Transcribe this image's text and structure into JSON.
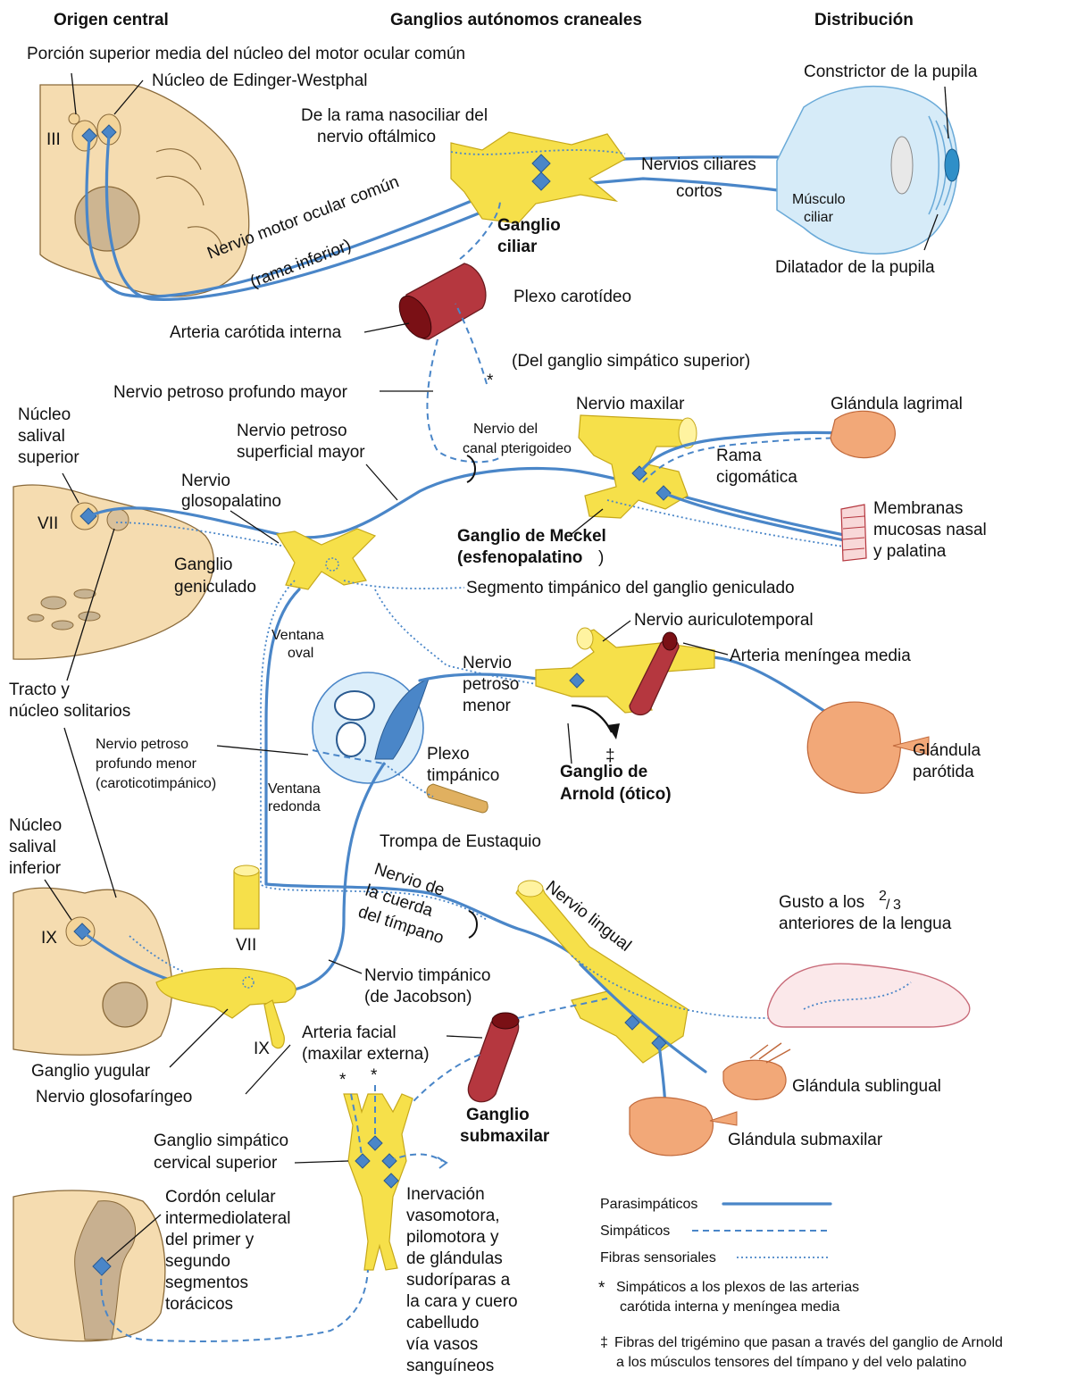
{
  "headers": {
    "col1": "Origen central",
    "col2": "Ganglios autónomos craneales",
    "col3": "Distribución"
  },
  "labels": {
    "porcion_superior": "Porción superior media del núcleo del motor ocular común",
    "edinger": "Núcleo de Edinger-Westphal",
    "iii": "III",
    "rama_nasociliar_1": "De la rama nasociliar del",
    "rama_nasociliar_2": "nervio oftálmico",
    "nervio_motor": "Nervio motor ocular común",
    "rama_inferior": "(rama inferior)",
    "ganglio_ciliar_1": "Ganglio",
    "ganglio_ciliar_2": "ciliar",
    "nervios_ciliares": "Nervios ciliares",
    "cortos": "cortos",
    "constrictor": "Constrictor de la pupila",
    "musculo_1": "Músculo",
    "musculo_2": "ciliar",
    "dilatador": "Dilatador de la pupila",
    "plexo_carotideo": "Plexo carotídeo",
    "arteria_carotida": "Arteria carótida interna",
    "del_ganglio_simp": "(Del ganglio simpático superior)",
    "asterisk": "*",
    "petroso_profundo_mayor": "Nervio petroso profundo mayor",
    "nucleo_salival_sup_1": "Núcleo",
    "nucleo_salival_sup_2": "salival",
    "nucleo_salival_sup_3": "superior",
    "petroso_sup_1": "Nervio petroso",
    "petroso_sup_2": "superficial mayor",
    "nervio_maxilar": "Nervio maxilar",
    "glandula_lagrimal": "Glándula lagrimal",
    "canal_pteri_1": "Nervio del",
    "canal_pteri_2": "canal pterigoideo",
    "rama_cigo_1": "Rama",
    "rama_cigo_2": "cigomática",
    "vii": "VII",
    "glosopalatino_1": "Nervio",
    "glosopalatino_2": "glosopalatino",
    "membranas_1": "Membranas",
    "membranas_2": "mucosas nasal",
    "membranas_3": "y palatina",
    "meckel_1": "Ganglio de Meckel",
    "meckel_2": "(esfenopalatino",
    "meckel_3": ")",
    "geniculado_1": "Ganglio",
    "geniculado_2": "geniculado",
    "segmento_timpanico": "Segmento timpánico del ganglio geniculado",
    "auriculotemporal": "Nervio auriculotemporal",
    "meningea_media": "Arteria meníngea media",
    "ventana_oval_1": "Ventana",
    "ventana_oval_2": "oval",
    "tracto_1": "Tracto y",
    "tracto_2": "núcleo solitarios",
    "petroso_menor_1": "Nervio",
    "petroso_menor_2": "petroso",
    "petroso_menor_3": "menor",
    "petroso_prof_menor_1": "Nervio petroso",
    "petroso_prof_menor_2": "profundo menor",
    "petroso_prof_menor_3": "(caroticotimpánico)",
    "plexo_timp_1": "Plexo",
    "plexo_timp_2": "timpánico",
    "dagger": "‡",
    "arnold_1": "Ganglio de",
    "arnold_2": "Arnold (ótico)",
    "glandula_parotida_1": "Glándula",
    "glandula_parotida_2": "parótida",
    "ventana_red_1": "Ventana",
    "ventana_red_2": "redonda",
    "trompa": "Trompa de Eustaquio",
    "nucleo_salival_inf_1": "Núcleo",
    "nucleo_salival_inf_2": "salival",
    "nucleo_salival_inf_3": "inferior",
    "vii_b": "VII",
    "cuerda_1": "Nervio de",
    "cuerda_2": "la cuerda",
    "cuerda_3": "del tímpano",
    "nervio_lingual": "Nervio lingual",
    "gusto_1": "Gusto a los",
    "gusto_frac_num": "2",
    "gusto_frac_den": "3",
    "gusto_2": "anteriores de la lengua",
    "ix": "IX",
    "timpanico_1": "Nervio timpánico",
    "timpanico_2": "(de Jacobson)",
    "ix_b": "IX",
    "arteria_facial_1": "Arteria facial",
    "arteria_facial_2": "(maxilar externa)",
    "ganglio_yugular": "Ganglio yugular",
    "glosofaringeo": "Nervio glosofaríngeo",
    "ganglio_submax_1": "Ganglio",
    "ganglio_submax_2": "submaxilar",
    "glandula_sublingual": "Glándula sublingual",
    "glandula_submaxilar": "Glándula submaxilar",
    "simpatico_cerv_1": "Ganglio simpático",
    "simpatico_cerv_2": "cervical superior",
    "cordon_1": "Cordón celular",
    "cordon_2": "intermediolateral",
    "cordon_3": "del primer y",
    "cordon_4": "segundo",
    "cordon_5": "segmentos",
    "cordon_6": "torácicos",
    "inerv_1": "Inervación",
    "inerv_2": "vasomotora,",
    "inerv_3": "pilomotora y",
    "inerv_4": "de glándulas",
    "inerv_5": "sudoríparas a",
    "inerv_6": "la cara y cuero",
    "inerv_7": "cabelludo",
    "inerv_8": "vía vasos",
    "inerv_9": "sanguíneos"
  },
  "legend": {
    "parasimpaticos": "Parasimpáticos",
    "simpaticos": "Simpáticos",
    "sensoriales": "Fibras sensoriales"
  },
  "footnotes": {
    "ast_sym": "*",
    "ast_1": "Simpáticos a los plexos de las arterias",
    "ast_2": "carótida interna y meníngea media",
    "dag_sym": "‡",
    "dag_1": "Fibras del trigémino que pasan a través del ganglio de Arnold",
    "dag_2": "a los músculos tensores del tímpano y del velo palatino"
  },
  "colors": {
    "nerve": "#4a86c8",
    "ganglion": "#f6e04a",
    "brainstem": "#f5dcb0",
    "artery": "#b5373f",
    "gland": "#f2a878"
  }
}
